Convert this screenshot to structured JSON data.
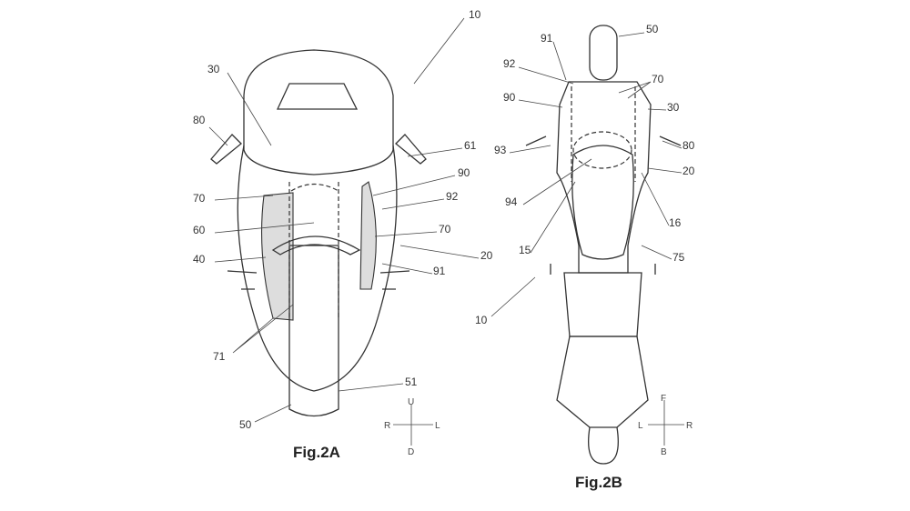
{
  "fig_a": {
    "caption": "Fig.2A",
    "labels": {
      "l10": "10",
      "l30": "30",
      "l80": "80",
      "l61": "61",
      "l90": "90",
      "l92": "92",
      "l70a": "70",
      "l60": "60",
      "l70b": "70",
      "l20": "20",
      "l40": "40",
      "l91": "91",
      "l71": "71",
      "l51": "51",
      "l50": "50"
    },
    "compass": {
      "up": "U",
      "down": "D",
      "left": "R",
      "right": "L"
    }
  },
  "fig_b": {
    "caption": "Fig.2B",
    "labels": {
      "l50": "50",
      "l91": "91",
      "l92": "92",
      "l70": "70",
      "l30": "30",
      "l90": "90",
      "l93": "93",
      "l80": "80",
      "l20": "20",
      "l94": "94",
      "l16": "16",
      "l15": "15",
      "l75": "75",
      "l10": "10"
    },
    "compass": {
      "up": "F",
      "down": "B",
      "left": "L",
      "right": "R"
    }
  }
}
